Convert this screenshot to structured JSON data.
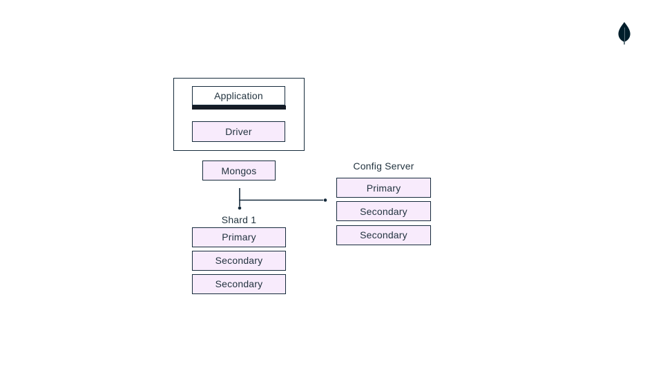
{
  "page": {
    "background": "#ffffff"
  },
  "logo": {
    "name": "mongodb-leaf",
    "leaf_color": "#001E2B",
    "vein_color": "#8b9ba3"
  },
  "colors": {
    "box_border": "#14293a",
    "box_fill_lavender": "#f8ebfc",
    "box_fill_white": "#ffffff",
    "text_ink": "#22333f",
    "connector": "#14293a",
    "application_bar": "#161c26"
  },
  "diagram": {
    "client_group": {
      "application_label": "Application",
      "driver_label": "Driver"
    },
    "mongos_label": "Mongos",
    "shard1": {
      "title": "Shard 1",
      "nodes": [
        "Primary",
        "Secondary",
        "Secondary"
      ]
    },
    "config_server": {
      "title": "Config Server",
      "nodes": [
        "Primary",
        "Secondary",
        "Secondary"
      ]
    }
  }
}
